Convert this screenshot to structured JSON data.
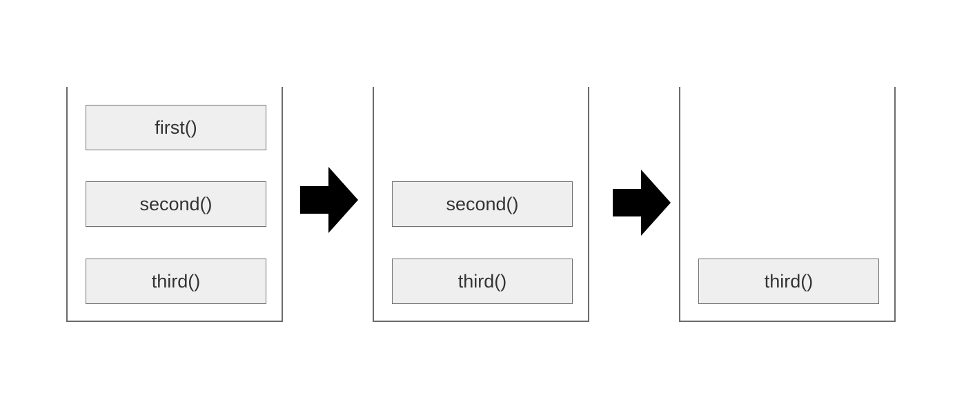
{
  "stacks": [
    {
      "frames": [
        "first()",
        "second()",
        "third()"
      ]
    },
    {
      "frames": [
        "second()",
        "third()"
      ]
    },
    {
      "frames": [
        "third()"
      ]
    }
  ],
  "colors": {
    "frame_fill": "#efefef",
    "frame_border": "#6f6f6f",
    "stack_border": "#6b6b6b",
    "arrow": "#000000",
    "text": "#333333"
  },
  "icons": {
    "transition_arrow": "right-arrow-icon"
  }
}
